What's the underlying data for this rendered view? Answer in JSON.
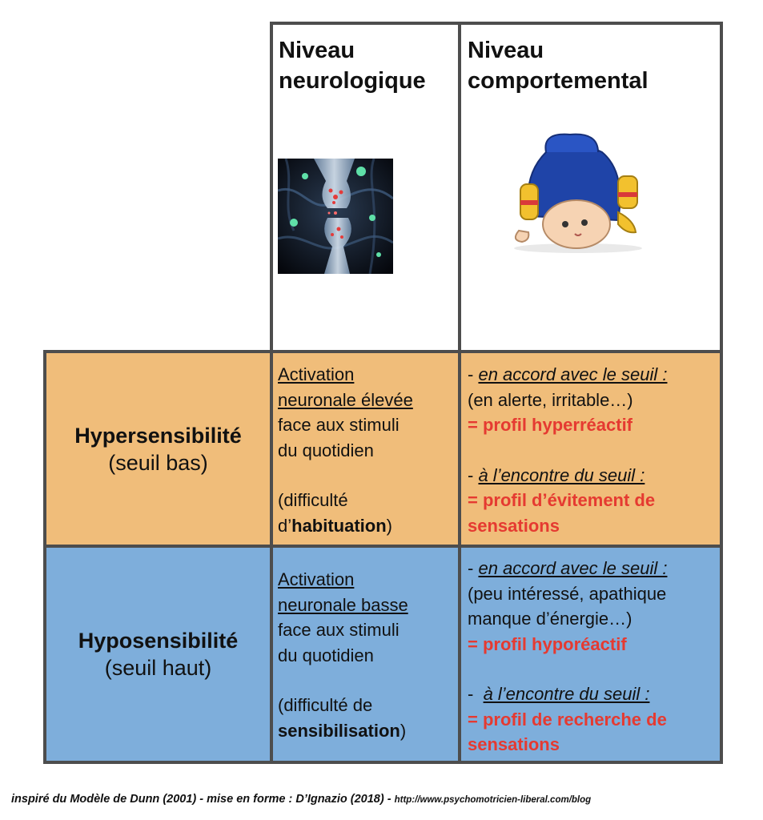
{
  "header": {
    "neuro_title_1": "Niveau",
    "neuro_title_2": "neurologique",
    "comp_title_1": "Niveau",
    "comp_title_2": "comportemental"
  },
  "rows": {
    "hyper": {
      "label": "Hypersensibilité",
      "sublabel": "(seuil bas)",
      "color": "#f0bd7a",
      "neuro": {
        "line1": "Activation",
        "line2": "neuronale élevée",
        "line3": "face aux stimuli",
        "line4": "du quotidien",
        "line5": "(difficulté",
        "line6_prefix": "d’",
        "line6_bold": "habituation",
        "line6_suffix": ")"
      },
      "comp": {
        "b1_dash": "- ",
        "b1_title": "en accord avec le seuil :",
        "b1_desc": "(en alerte, irritable…)",
        "b1_result": "= profil hyperréactif",
        "b2_dash": "- ",
        "b2_title": "à l’encontre du seuil :",
        "b2_result_1": "= profil d’évitement de",
        "b2_result_2": "sensations"
      }
    },
    "hypo": {
      "label": "Hyposensibilité",
      "sublabel": "(seuil haut)",
      "color": "#7eaedb",
      "neuro": {
        "line1": "Activation",
        "line2": "neuronale basse",
        "line3": "face aux stimuli",
        "line4": "du quotidien",
        "line5": "(difficulté de",
        "line6_bold": "sensibilisation",
        "line6_suffix": ")"
      },
      "comp": {
        "b1_dash": "- ",
        "b1_title": "en accord avec le seuil :",
        "b1_desc_1": "(peu intéressé, apathique",
        "b1_desc_2": "manque d’énergie…)",
        "b1_result": "= profil hyporéactif",
        "b2_dash": "-  ",
        "b2_title": "à l’encontre du seuil :",
        "b2_result_1": "= profil de recherche de",
        "b2_result_2": "sensations"
      }
    }
  },
  "footer": {
    "text": "inspiré du Modèle de Dunn (2001)  - mise en forme : D’Ignazio (2018)  - ",
    "url": "http://www.psychomotricien-liberal.com/blog"
  },
  "colors": {
    "border": "#4d4d4d",
    "highlight_red": "#e53a31"
  },
  "icons": {
    "neuro_image": "synapse-illustration",
    "comp_image": "child-upside-down-illustration"
  }
}
